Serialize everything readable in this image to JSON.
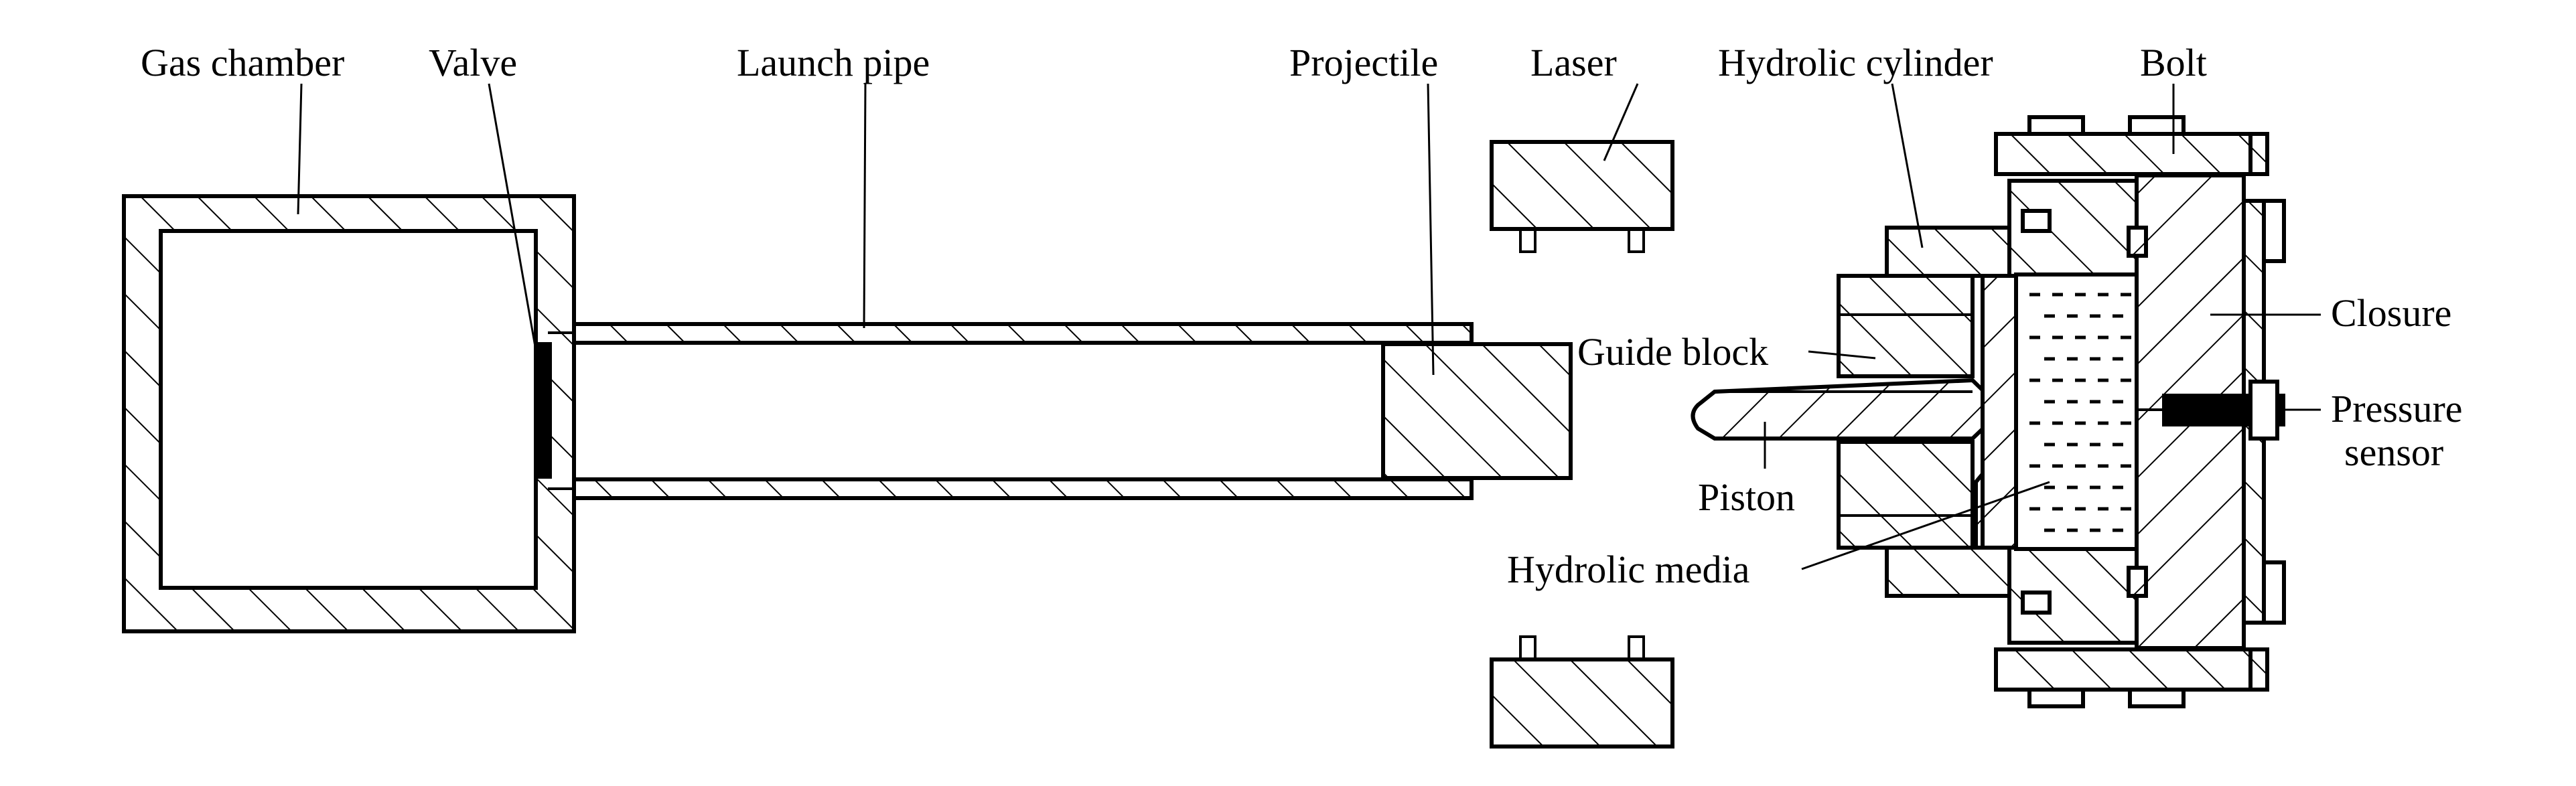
{
  "diagram": {
    "labels": {
      "gas_chamber": "Gas chamber",
      "valve": "Valve",
      "launch_pipe": "Launch pipe",
      "projectile": "Projectile",
      "laser": "Laser",
      "hydrolic_cylinder": "Hydrolic cylinder",
      "bolt": "Bolt",
      "closure": "Closure",
      "guide_block": "Guide block",
      "pressure_sensor_line1": "Pressure",
      "pressure_sensor_line2": "sensor",
      "piston": "Piston",
      "hydrolic_media": "Hydrolic media"
    },
    "colors": {
      "line": "#000000",
      "background": "#ffffff"
    }
  }
}
